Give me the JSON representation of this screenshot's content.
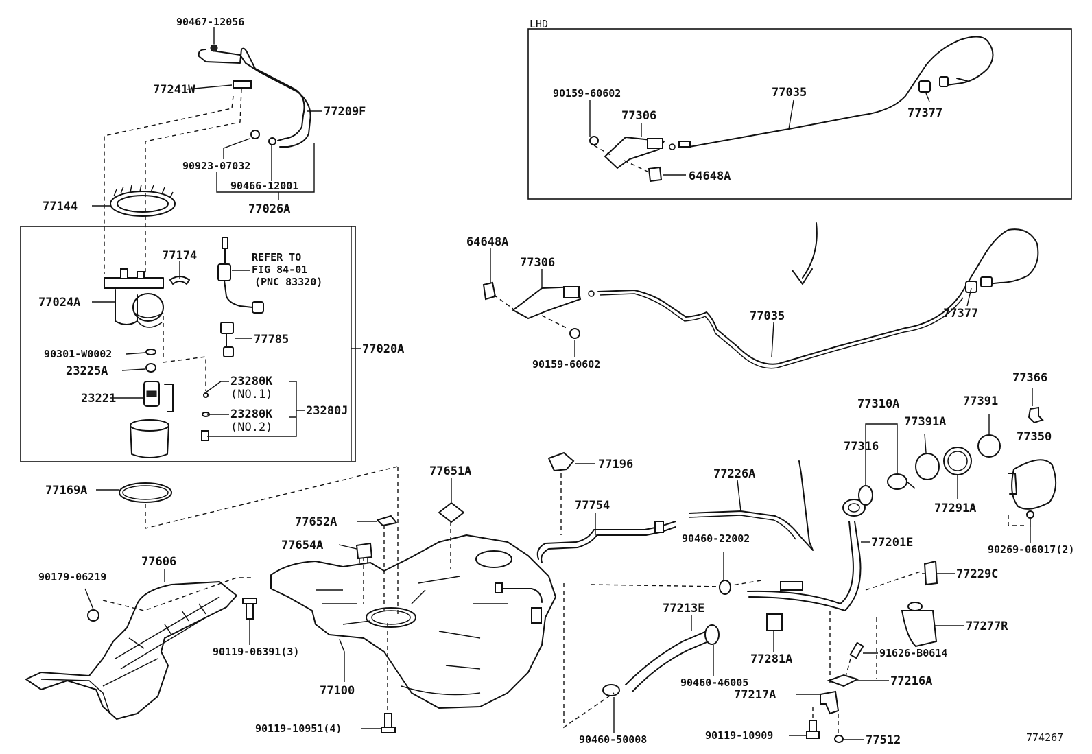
{
  "diagram_id": "774267",
  "box_titles": {
    "lhd": "LHD"
  },
  "refer_note": {
    "line1": "REFER TO",
    "line2": "FIG 84-01",
    "line3": "(PNC 83320)"
  },
  "labels": {
    "p90467_12056": "90467-12056",
    "p77241W": "77241W",
    "p77209F": "77209F",
    "p90923_07032": "90923-07032",
    "p90466_12001": "90466-12001",
    "p77026A": "77026A",
    "p77144": "77144",
    "p77174": "77174",
    "p77024A": "77024A",
    "p77785": "77785",
    "p90301_W0002": "90301-W0002",
    "p77020A": "77020A",
    "p23225A": "23225A",
    "p23221": "23221",
    "p23280K_1": "23280K",
    "p23280K_1_sub": "(NO.1)",
    "p23280K_2": "23280K",
    "p23280K_2_sub": "(NO.2)",
    "p23280J": "23280J",
    "p77169A": "77169A",
    "p77606": "77606",
    "p90179_06219": "90179-06219",
    "p90119_06391": "90119-06391(3)",
    "p77652A": "77652A",
    "p77651A": "77651A",
    "p77654A": "77654A",
    "p77100": "77100",
    "p90119_10951": "90119-10951(4)",
    "lhd_90159_60602": "90159-60602",
    "lhd_77306": "77306",
    "lhd_77035": "77035",
    "lhd_77377": "77377",
    "lhd_64648A": "64648A",
    "r_64648A": "64648A",
    "r_77306": "77306",
    "r_90159_60602": "90159-60602",
    "r_77035": "77035",
    "r_77377": "77377",
    "p77196": "77196",
    "p77754": "77754",
    "p77226A": "77226A",
    "p90460_22002": "90460-22002",
    "p77201E": "77201E",
    "p77213E": "77213E",
    "p90460_46005": "90460-46005",
    "p77281A": "77281A",
    "p90460_50008": "90460-50008",
    "p77310A": "77310A",
    "p77316": "77316",
    "p77391A": "77391A",
    "p77391": "77391",
    "p77291A": "77291A",
    "p77366": "77366",
    "p77350": "77350",
    "p90269_06017": "90269-06017(2)",
    "p77229C": "77229C",
    "p77277R": "77277R",
    "p91626_B0614": "91626-B0614",
    "p77216A": "77216A",
    "p77217A": "77217A",
    "p90119_10909": "90119-10909",
    "p77512": "77512"
  }
}
